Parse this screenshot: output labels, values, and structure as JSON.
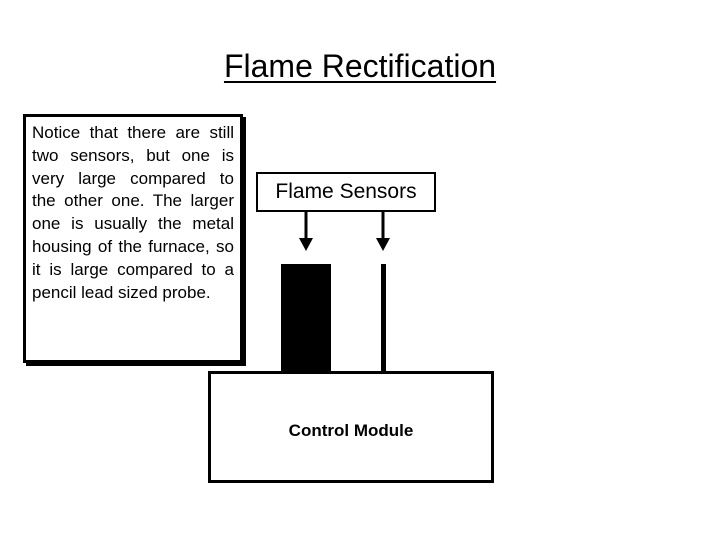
{
  "title": "Flame Rectification",
  "note": "Notice that there are still two sensors, but one is very large compared to the other one. The larger one is usually the metal housing of the furnace, so it is large compared to a pencil lead sized probe.",
  "sensors_label": "Flame Sensors",
  "module_label": "Control Module"
}
